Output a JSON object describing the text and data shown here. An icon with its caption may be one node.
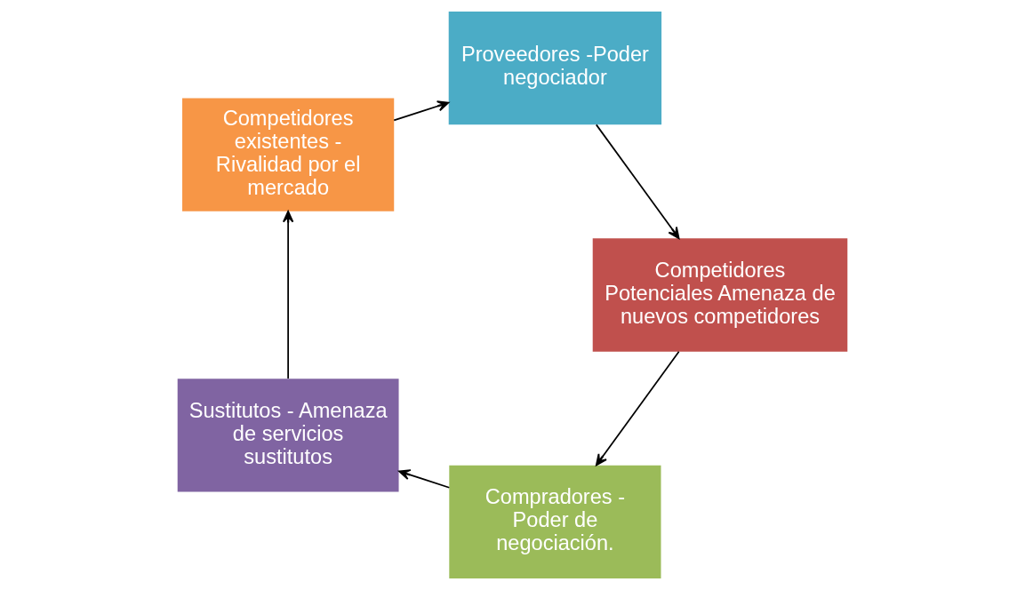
{
  "diagram": {
    "nodes": [
      {
        "text": [
          "Compradores - Poder de negociación."
        ]
      },
      {
        "text": [
          "Competidores Potenciales Amenaza de nuevos competidores"
        ]
      },
      {
        "text": [
          "Sustitutos - Amenaza de servicios sustitutos"
        ]
      },
      {
        "text": [
          "Proveedores -Poder negociador"
        ]
      },
      {
        "text": [
          "Competidores existentes - Rivalidad por el mercado"
        ]
      }
    ],
    "edges": [
      {
        "from": 0,
        "to": 2,
        "arrow": "to"
      },
      {
        "from": 2,
        "to": 4,
        "arrow": "to"
      },
      {
        "from": 4,
        "to": 3,
        "arrow": "to"
      },
      {
        "from": 3,
        "to": 1,
        "arrow": "to"
      },
      {
        "from": 1,
        "to": 0,
        "arrow": "to"
      }
    ]
  }
}
